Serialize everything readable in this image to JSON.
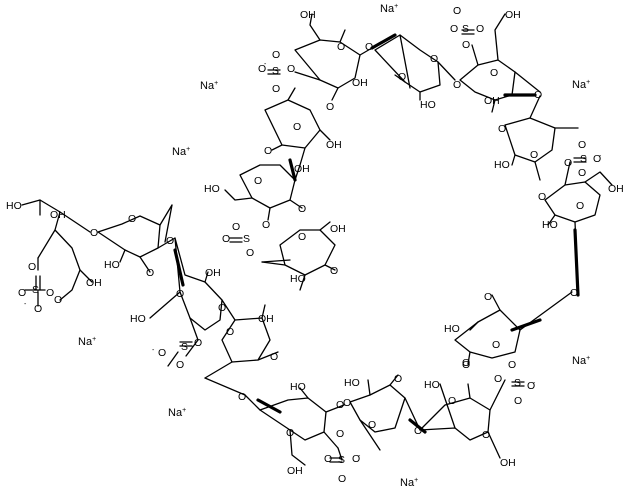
{
  "ions": {
    "na": "Na",
    "charge_plus": "+",
    "minus": "-"
  },
  "atoms": {
    "O": "O",
    "OH": "OH",
    "HO": "HO",
    "S": "S"
  },
  "colors": {
    "bond": "#000000",
    "background": "#ffffff"
  }
}
